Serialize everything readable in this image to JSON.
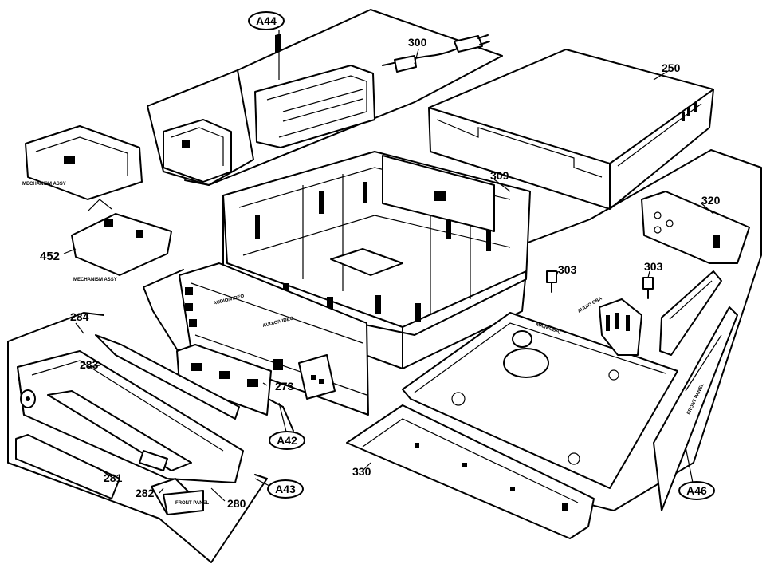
{
  "callouts": {
    "a44": "A44",
    "a42": "A42",
    "a43": "A43",
    "a46": "A46"
  },
  "parts": {
    "p300": "300",
    "p250": "250",
    "p309": "309",
    "p320": "320",
    "p303a": "303",
    "p303b": "303",
    "p452": "452",
    "p284": "284",
    "p283": "283",
    "p273": "273",
    "p281": "281",
    "p282": "282",
    "p280": "280",
    "p330": "330"
  },
  "pcb_marks": {
    "mech": "MECHANISM ASSY",
    "mech2": "MECHANISM ASSY",
    "a42_board": "AUDIO/VIDEO",
    "a42_board2": "AUDIO/VIDEO",
    "a46_board": "FRONT PANEL",
    "a43_board": "FRONT PANEL",
    "main": "MAIN(CBA)",
    "side": "AUDIO CBA"
  }
}
